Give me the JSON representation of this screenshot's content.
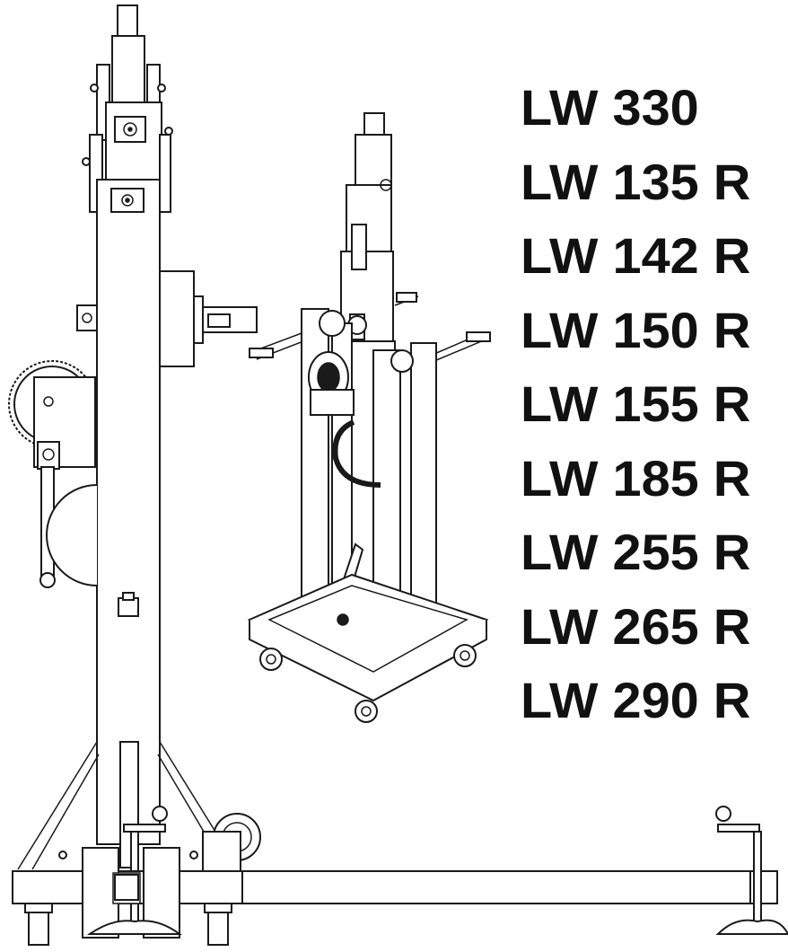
{
  "models": [
    "LW 330",
    "LW 135 R",
    "LW 142 R",
    "LW 150 R",
    "LW 155 R",
    "LW 185 R",
    "LW 255 R",
    "LW 265 R",
    "LW 290 R"
  ],
  "colors": {
    "line": "#1a1a1a",
    "background": "#ffffff",
    "text": "#111111"
  }
}
